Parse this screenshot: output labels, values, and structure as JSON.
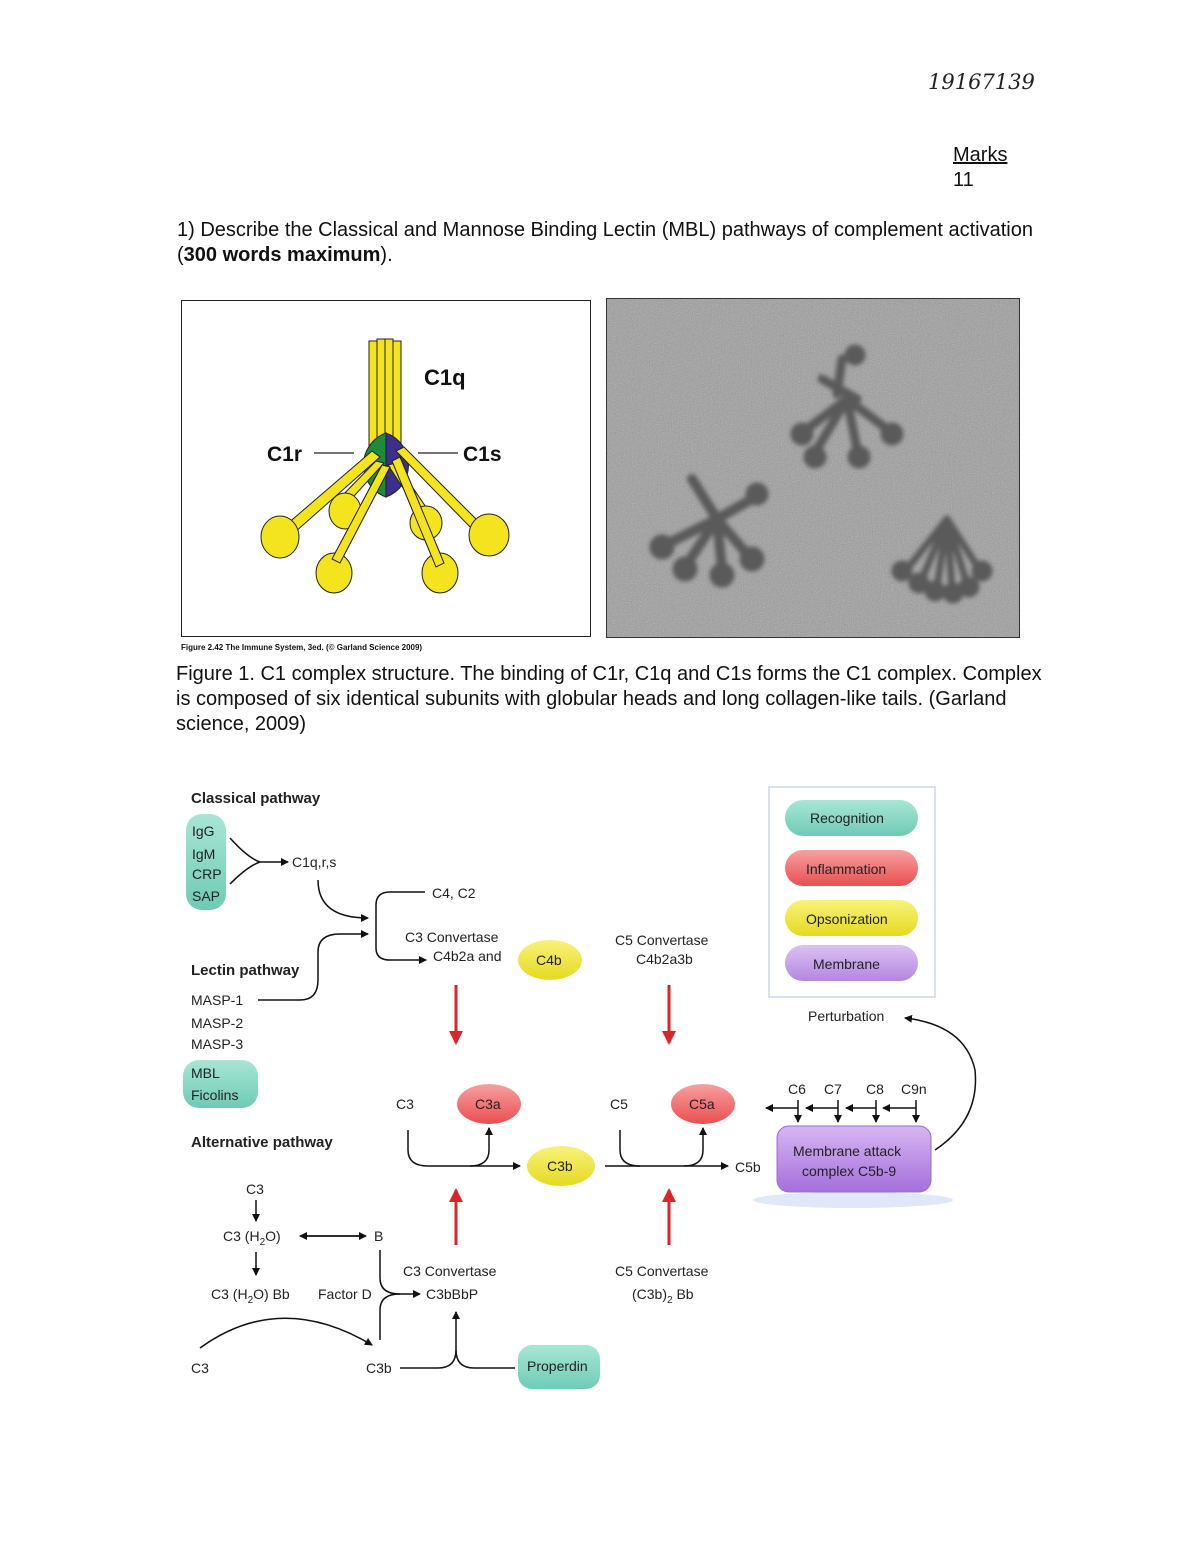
{
  "header": {
    "student_id": "19167139",
    "marks_label": "Marks",
    "marks_value": "11"
  },
  "question": {
    "text": "1) Describe the Classical and Mannose Binding Lectin (MBL) pathways of complement activation (",
    "bold": "300 words maximum",
    "tail": ")."
  },
  "figure1": {
    "labels": {
      "c1q": "C1q",
      "c1r": "C1r",
      "c1s": "C1s"
    },
    "credit": "Figure 2.42 The Immune System, 3ed. (© Garland Science 2009)",
    "caption": "Figure 1. C1 complex structure. The binding of C1r, C1q and C1s forms the C1 complex. Complex is composed of six identical subunits with globular heads and long collagen-like tails. (Garland science, 2009)"
  },
  "pathway": {
    "classical_title": "Classical pathway",
    "classical_items": [
      "IgG",
      "IgM",
      "CRP",
      "SAP"
    ],
    "c1qrs": "C1q,r,s",
    "c4c2": "C4, C2",
    "c3_convertase_label": "C3 Convertase",
    "c3_convertase_value": "C4b2a and",
    "c4b": "C4b",
    "c5_convertase_label": "C5 Convertase",
    "c5_convertase_value": "C4b2a3b",
    "lectin_title": "Lectin pathway",
    "lectin_items": [
      "MASP-1",
      "MASP-2",
      "MASP-3"
    ],
    "mbl_items": [
      "MBL",
      "Ficolins"
    ],
    "alt_title": "Alternative pathway",
    "c3": "C3",
    "c3a": "C3a",
    "c3b": "C3b",
    "c5": "C5",
    "c5a": "C5a",
    "c5b": "C5b",
    "terminal": [
      "C6",
      "C7",
      "C8",
      "C9n"
    ],
    "mac_line1": "Membrane attack",
    "mac_line2": "complex C5b-9",
    "perturbation": "Perturbation",
    "alt_c3": "C3",
    "alt_c3h2o": "C3 (H",
    "alt_c3h2o_tail": "O)",
    "alt_b": "B",
    "alt_c3h2obb": "C3 (H",
    "alt_c3h2obb_tail": "O) Bb",
    "factor_d": "Factor D",
    "alt_c3_conv_label": "C3 Convertase",
    "alt_c3_conv_value": "C3bBbP",
    "alt_c5_conv_label": "C5 Convertase",
    "alt_c5_conv_value": "(C3b)",
    "alt_c5_conv_tail": "Bb",
    "alt_c3_bottom": "C3",
    "alt_c3b_bottom": "C3b",
    "properdin": "Properdin",
    "legend": [
      "Recognition",
      "Inflammation",
      "Opsonization",
      "Membrane"
    ]
  },
  "colors": {
    "teal": "#8fd9c6",
    "red": "#f06a6a",
    "yellow": "#f2ea3a",
    "purple": "#c9a3ea",
    "arrow_red": "#d9262b",
    "c1r_green": "#1e8a3c",
    "c1s_blue": "#3b2f8f"
  }
}
